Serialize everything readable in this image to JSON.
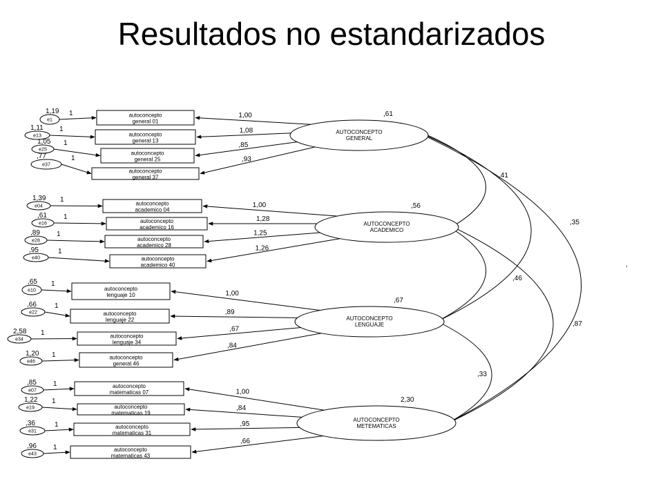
{
  "title": "Resultados no estandarizados",
  "factors": [
    {
      "name": [
        "AUTOCONCEPTO",
        "GENERAL"
      ],
      "variance": ",61",
      "items": [
        {
          "error": "e1",
          "error_variance": "1,19",
          "path": "1",
          "label": [
            "autoconcepto",
            "general 01"
          ],
          "loading": "1,00"
        },
        {
          "error": "e13",
          "error_variance": "1,11",
          "path": "1",
          "label": [
            "autoconcepto",
            "general 13"
          ],
          "loading": "1,08"
        },
        {
          "error": "e25",
          "error_variance": "1,05",
          "path": "1",
          "label": [
            "autoconcepto",
            "general 25"
          ],
          "loading": ",85"
        },
        {
          "error": "e37",
          "error_variance": ",77",
          "path": "1",
          "label": [
            "autoconcepto",
            "general 37"
          ],
          "loading": ",93"
        }
      ]
    },
    {
      "name": [
        "AUTOCONCEPTO",
        "ACADEMICO"
      ],
      "variance": ",56",
      "items": [
        {
          "error": "e04",
          "error_variance": "1,39",
          "path": "1",
          "label": [
            "autoconcepto",
            "academico 04"
          ],
          "loading": "1,00"
        },
        {
          "error": "e16",
          "error_variance": ",61",
          "path": "1",
          "label": [
            "autoconcepto",
            "academico 16"
          ],
          "loading": "1,28"
        },
        {
          "error": "e28",
          "error_variance": ",89",
          "path": "1",
          "label": [
            "autoconcepto",
            "academico 28"
          ],
          "loading": "1,25"
        },
        {
          "error": "e40",
          "error_variance": ",95",
          "path": "1",
          "label": [
            "autoconcepto",
            "academico 40"
          ],
          "loading": "1,26"
        }
      ]
    },
    {
      "name": [
        "AUTOCONCEPTO",
        "LENGUAJE"
      ],
      "variance": ",67",
      "items": [
        {
          "error": "e10",
          "error_variance": ",65",
          "path": "1",
          "label": [
            "autoconcepto",
            "lenguaje 10"
          ],
          "loading": "1,00"
        },
        {
          "error": "e22",
          "error_variance": ",66",
          "path": "1",
          "label": [
            "autoconcepto",
            "lenguaje 22"
          ],
          "loading": ",89"
        },
        {
          "error": "e34",
          "error_variance": "2,58",
          "path": "1",
          "label": [
            "autoconcepto",
            "lenguaje 34"
          ],
          "loading": ",67"
        },
        {
          "error": "e46",
          "error_variance": "1,20",
          "path": "1",
          "label": [
            "autoconcepto",
            "general 46"
          ],
          "loading": ",84"
        }
      ]
    },
    {
      "name": [
        "AUTOCONCEPTO",
        "METEMATICAS"
      ],
      "variance": "2,30",
      "items": [
        {
          "error": "e07",
          "error_variance": ",85",
          "path": "1",
          "label": [
            "autoconcepto",
            "matematicas 07"
          ],
          "loading": "1,00"
        },
        {
          "error": "e19",
          "error_variance": "1,22",
          "path": "1",
          "label": [
            "autoconcepto",
            "matematicas 19"
          ],
          "loading": ",84"
        },
        {
          "error": "e31",
          "error_variance": ",36",
          "path": "1",
          "label": [
            "autoconcepto",
            "matematicas 31"
          ],
          "loading": ",95"
        },
        {
          "error": "e43",
          "error_variance": ",96",
          "path": "1",
          "label": [
            "autoconcepto",
            "matematicas 43"
          ],
          "loading": ",66"
        }
      ]
    }
  ],
  "covariances": [
    {
      "from": 0,
      "to": 1,
      "value": ",41"
    },
    {
      "from": 1,
      "to": 2,
      "value": ",46"
    },
    {
      "from": 2,
      "to": 3,
      "value": ",33"
    },
    {
      "from": 0,
      "to": 2,
      "value": ",35"
    },
    {
      "from": 1,
      "to": 3,
      "value": ",87"
    },
    {
      "from": 0,
      "to": 3,
      "value": ","
    }
  ]
}
